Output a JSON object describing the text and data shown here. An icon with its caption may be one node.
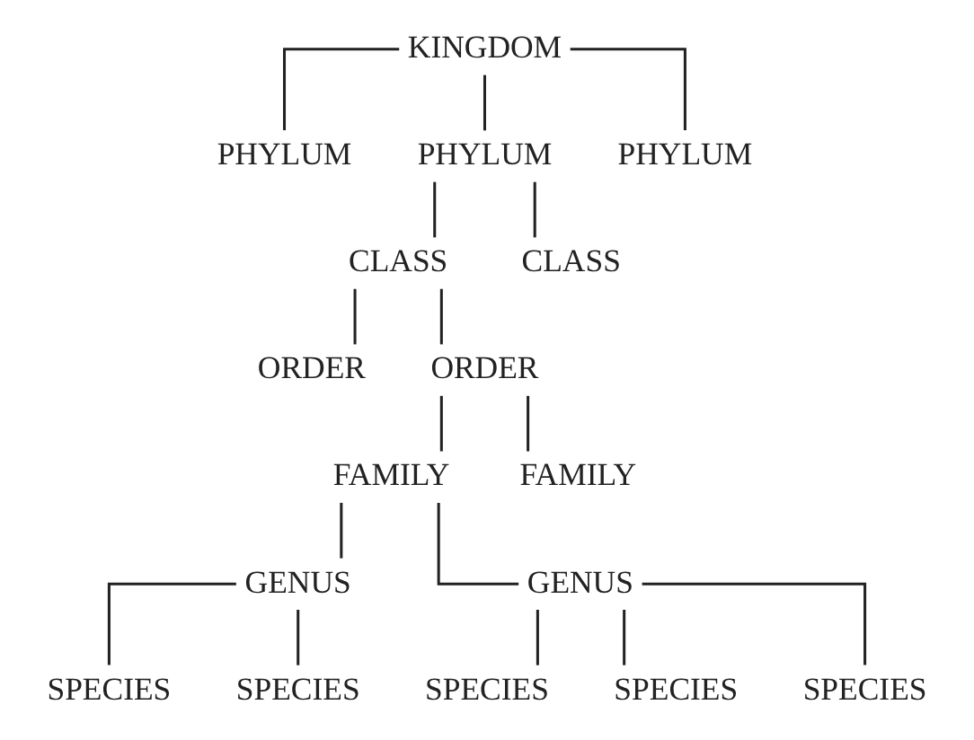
{
  "diagram": {
    "nodes": [
      {
        "text": [
          "KINGDOM"
        ]
      },
      {
        "text": [
          "PHYLUM"
        ]
      },
      {
        "text": [
          "PHYLUM"
        ]
      },
      {
        "text": [
          "PHYLUM"
        ]
      },
      {
        "text": [
          "CLASS"
        ]
      },
      {
        "text": [
          "CLASS"
        ]
      },
      {
        "text": [
          "ORDER"
        ]
      },
      {
        "text": [
          "ORDER"
        ]
      },
      {
        "text": [
          "FAMILY"
        ]
      },
      {
        "text": [
          "FAMILY"
        ]
      },
      {
        "text": [
          "GENUS"
        ]
      },
      {
        "text": [
          "GENUS"
        ]
      },
      {
        "text": [
          "SPECIES"
        ]
      },
      {
        "text": [
          "SPECIES"
        ]
      },
      {
        "text": [
          "SPECIES"
        ]
      },
      {
        "text": [
          "SPECIES"
        ]
      },
      {
        "text": [
          "SPECIES"
        ]
      }
    ],
    "edges": [
      {
        "from": 0,
        "to": 1,
        "arrow": "none"
      },
      {
        "from": 0,
        "to": 2,
        "arrow": "none"
      },
      {
        "from": 0,
        "to": 3,
        "arrow": "none"
      },
      {
        "from": 2,
        "to": 4,
        "arrow": "none"
      },
      {
        "from": 2,
        "to": 5,
        "arrow": "none"
      },
      {
        "from": 4,
        "to": 6,
        "arrow": "none"
      },
      {
        "from": 4,
        "to": 7,
        "arrow": "none"
      },
      {
        "from": 7,
        "to": 8,
        "arrow": "none"
      },
      {
        "from": 7,
        "to": 9,
        "arrow": "none"
      },
      {
        "from": 8,
        "to": 10,
        "arrow": "none"
      },
      {
        "from": 8,
        "to": 11,
        "arrow": "none"
      },
      {
        "from": 10,
        "to": 12,
        "arrow": "none"
      },
      {
        "from": 10,
        "to": 13,
        "arrow": "none"
      },
      {
        "from": 11,
        "to": 14,
        "arrow": "none"
      },
      {
        "from": 11,
        "to": 15,
        "arrow": "none"
      },
      {
        "from": 11,
        "to": 16,
        "arrow": "none"
      }
    ]
  }
}
